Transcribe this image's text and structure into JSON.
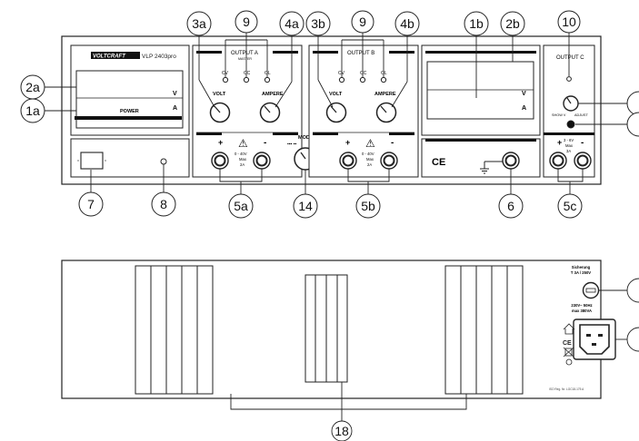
{
  "front": {
    "brand": "VOLTCRAFT",
    "model": "VLP 2403pro",
    "display_left": {
      "v": "V",
      "a": "A"
    },
    "display_right": {
      "v": "V",
      "a": "A"
    },
    "power_label": "POWER",
    "output_a": {
      "title": "OUTPUT A",
      "sub": "MASTER",
      "volt": "VOLT",
      "ampere": "AMPERE",
      "plus": "+",
      "minus": "-",
      "range1": "0 - 40V",
      "range2": "Max",
      "range3": "2A"
    },
    "output_b": {
      "title": "OUTPUT B",
      "volt": "VOLT",
      "ampere": "AMPERE",
      "plus": "+",
      "minus": "-",
      "range1": "0 - 40V",
      "range2": "Max",
      "range3": "2A"
    },
    "output_c": {
      "title": "OUTPUT C",
      "show": "SHOW V",
      "adj": "ADJUST",
      "plus": "+",
      "minus": "-",
      "range1": "3 - 6V",
      "range2": "Max",
      "range3": "3A"
    },
    "mode_label": "MODE",
    "ce": "CE",
    "warning": "⚠"
  },
  "callouts": {
    "c3a": "3a",
    "c9a": "9",
    "c4a": "4a",
    "c3b": "3b",
    "c9b": "9",
    "c4b": "4b",
    "c1b": "1b",
    "c2b": "2b",
    "c10": "10",
    "c2a": "2a",
    "c1a": "1a",
    "c7": "7",
    "c8": "8",
    "c5a": "5a",
    "c14": "14",
    "c5b": "5b",
    "c6": "6",
    "c5c": "5c",
    "c18": "18"
  },
  "rear": {
    "fuse_label1": "Sicherung",
    "fuse_label2": "T 3A / 250V",
    "mains_label1": "230V~ 50Hz",
    "mains_label2": "max 380VA",
    "footer": "ISO Reg. Nr.   LGC18-175 A"
  }
}
